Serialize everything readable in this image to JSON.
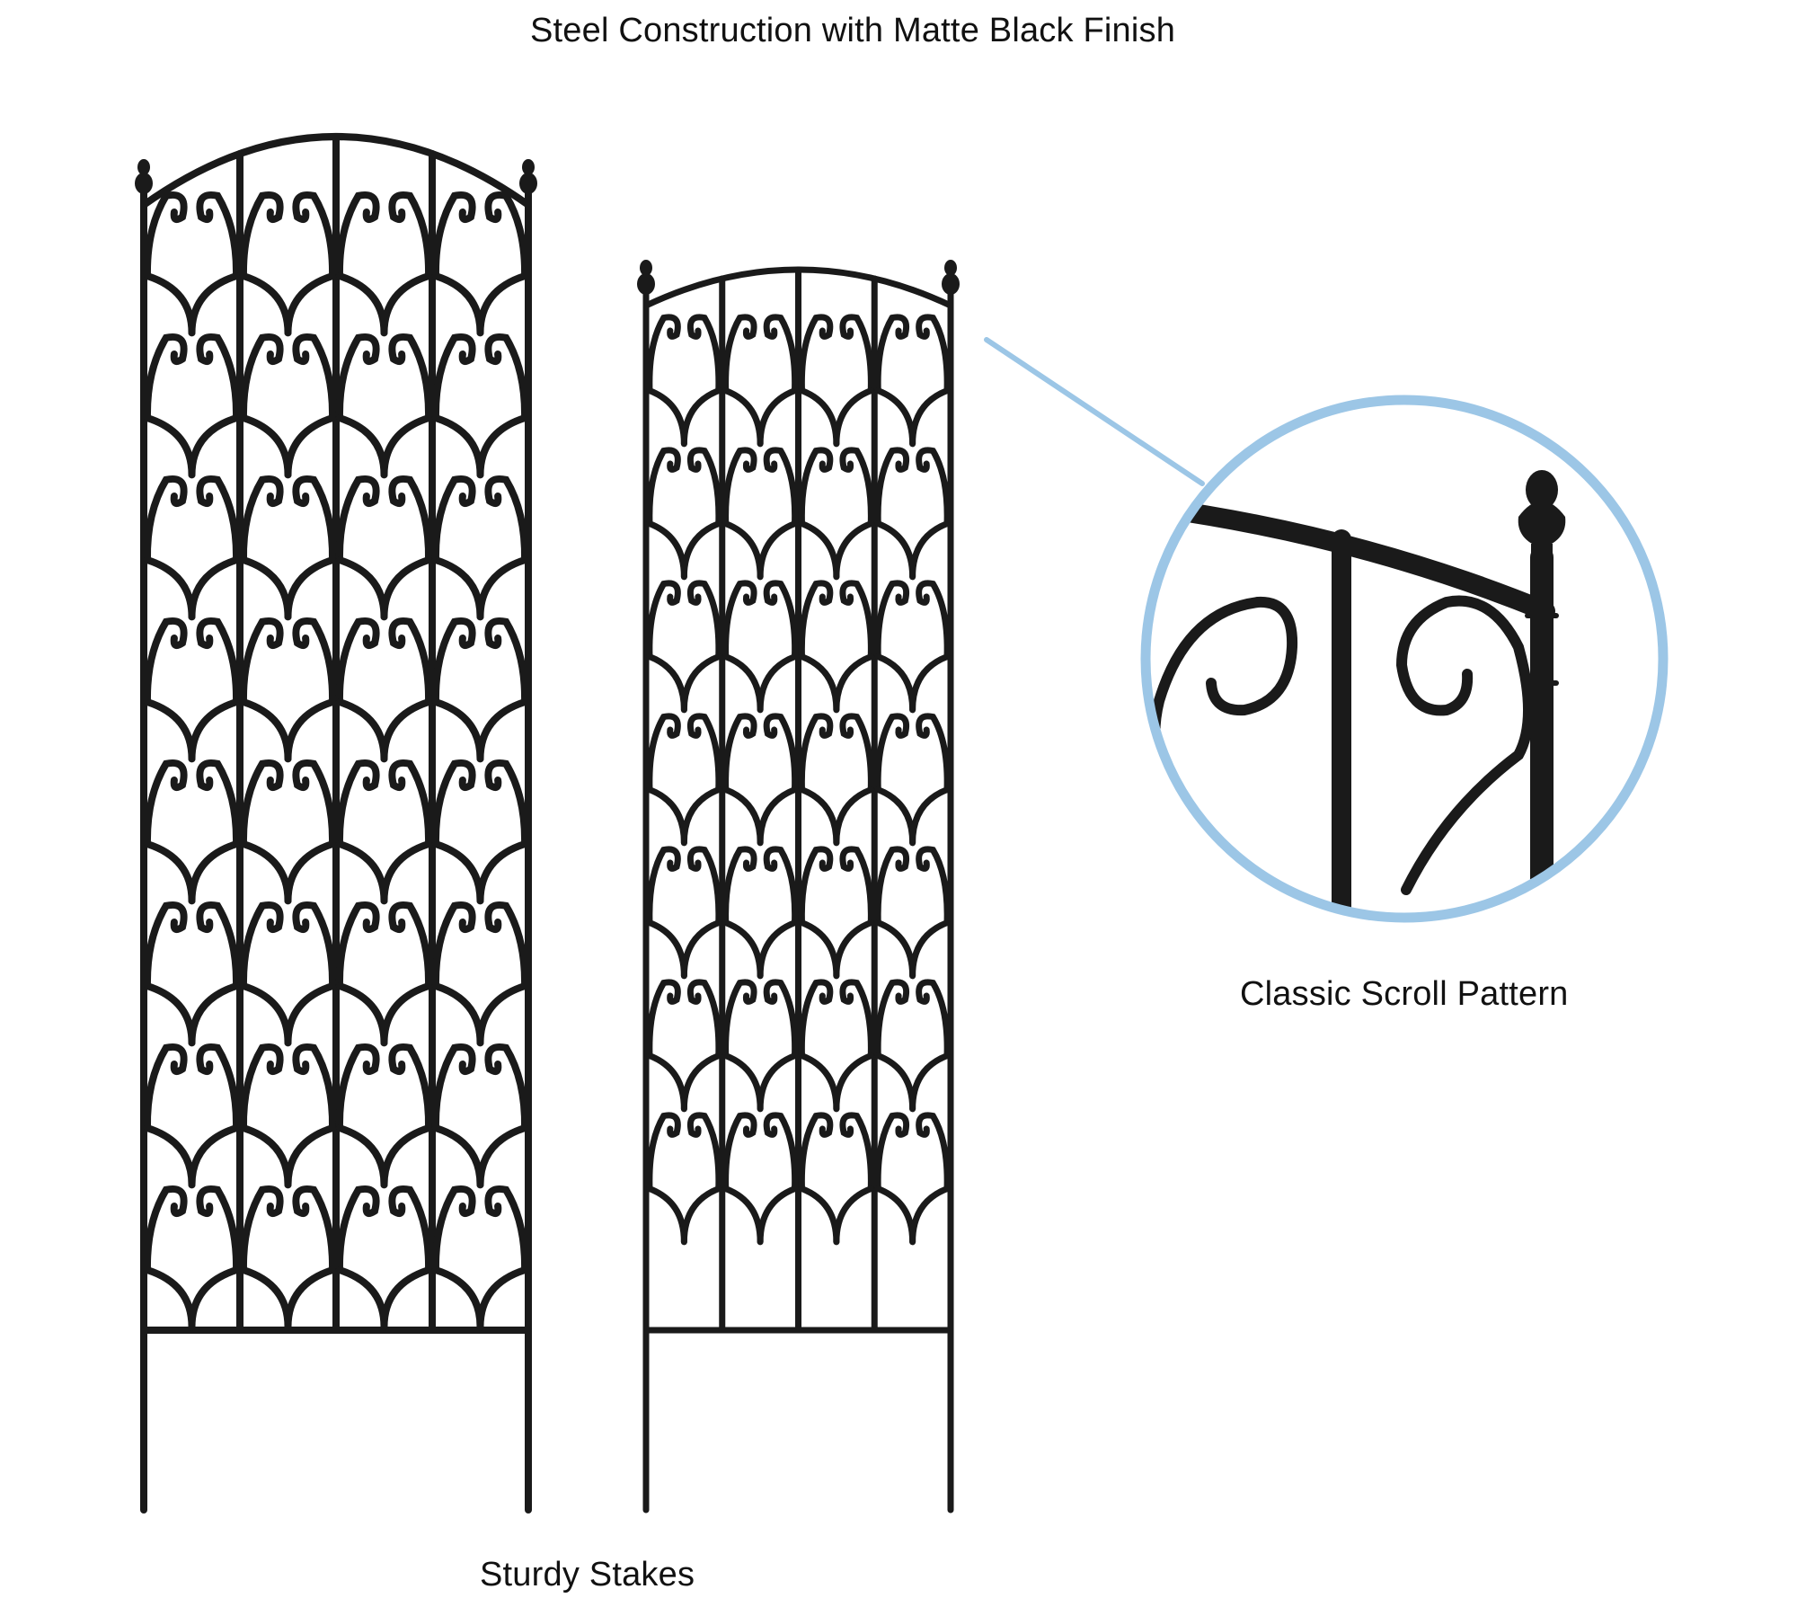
{
  "captions": {
    "top": "Steel Construction with Matte Black Finish",
    "scroll": "Classic Scroll Pattern",
    "stakes": "Sturdy Stakes"
  },
  "colors": {
    "metal": "#1a1a1a",
    "callout": "#9cc6e6",
    "background": "#ffffff"
  },
  "icons": {
    "finial": "finial-icon",
    "scroll": "scroll-icon"
  }
}
